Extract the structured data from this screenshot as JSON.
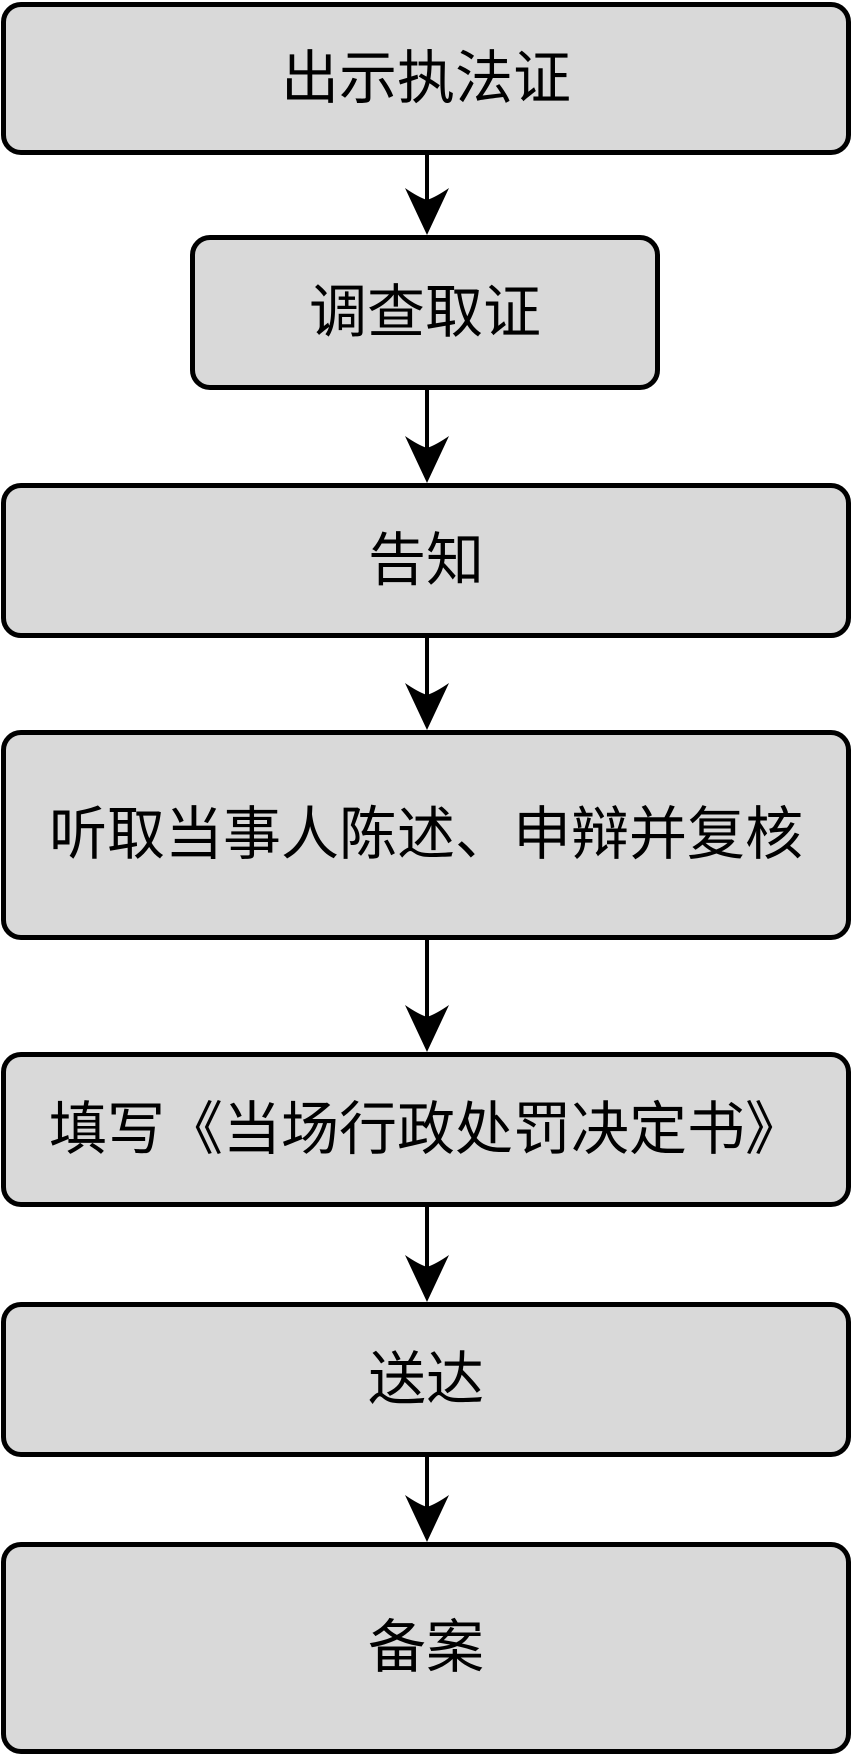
{
  "flowchart": {
    "type": "vertical-process-flow",
    "background_color": "#ffffff",
    "node_fill_color": "#d9d9d9",
    "node_border_color": "#000000",
    "arrow_color": "#000000",
    "text_color": "#000000",
    "nodes": [
      {
        "id": "step-1",
        "label": "出示执法证"
      },
      {
        "id": "step-2",
        "label": "调查取证"
      },
      {
        "id": "step-3",
        "label": "告知"
      },
      {
        "id": "step-4",
        "label": "听取当事人陈述、申辩并复核"
      },
      {
        "id": "step-5",
        "label": "填写《当场行政处罚决定书》"
      },
      {
        "id": "step-6",
        "label": "送达"
      },
      {
        "id": "step-7",
        "label": "备案"
      }
    ],
    "arrows": [
      {
        "from": "step-1",
        "to": "step-2"
      },
      {
        "from": "step-2",
        "to": "step-3"
      },
      {
        "from": "step-3",
        "to": "step-4"
      },
      {
        "from": "step-4",
        "to": "step-5"
      },
      {
        "from": "step-5",
        "to": "step-6"
      },
      {
        "from": "step-6",
        "to": "step-7"
      }
    ]
  }
}
